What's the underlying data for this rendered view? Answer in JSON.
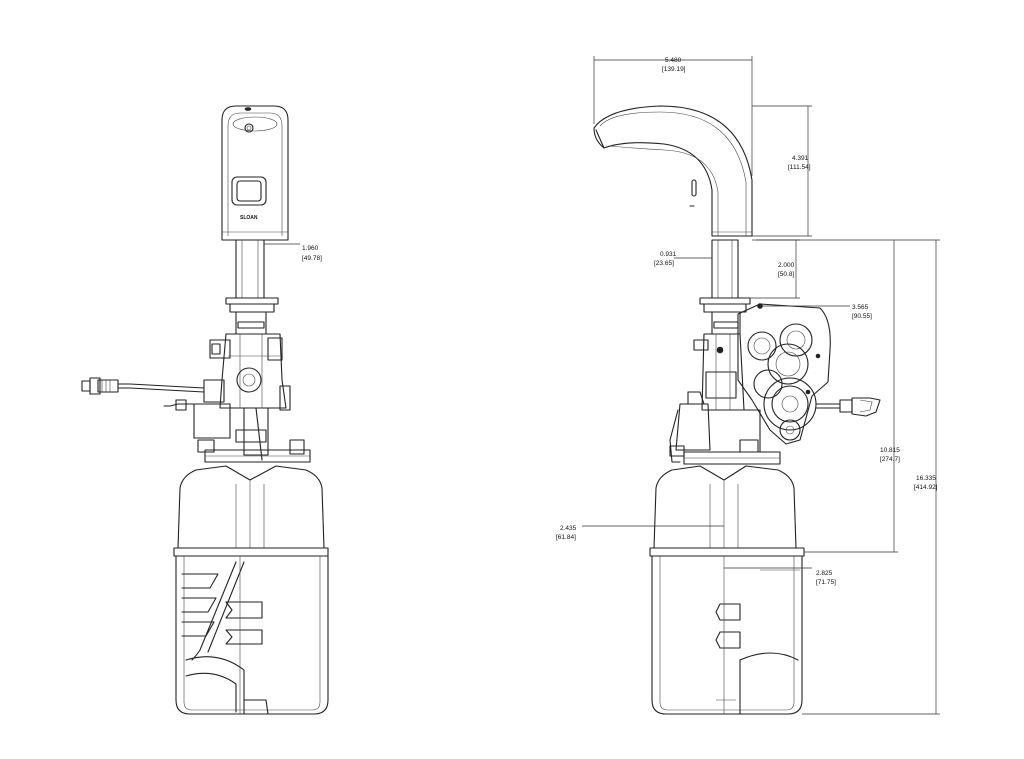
{
  "front_view": {
    "brand_mark": "SLOAN",
    "dimension_1": {
      "value": "1.960",
      "metric": "[49.78]"
    }
  },
  "side_view": {
    "dimensions": [
      {
        "key": "width",
        "value": "5.480",
        "metric": "[139.19]"
      },
      {
        "key": "spout_height",
        "value": "4.391",
        "metric": "[111.54]"
      },
      {
        "key": "shank_dia",
        "value": "0.931",
        "metric": "[23.65]"
      },
      {
        "key": "shank_length",
        "value": "2.000",
        "metric": "[50.8]"
      },
      {
        "key": "motor_offset",
        "value": "3.565",
        "metric": "[90.55]"
      },
      {
        "key": "bottle_upper",
        "value": "2.435",
        "metric": "[61.84]"
      },
      {
        "key": "bottle_lower",
        "value": "2.825",
        "metric": "[71.75]"
      },
      {
        "key": "under_deck_height",
        "value": "10.815",
        "metric": "[274.7]"
      },
      {
        "key": "overall_height",
        "value": "16.335",
        "metric": "[414.92]"
      }
    ]
  }
}
